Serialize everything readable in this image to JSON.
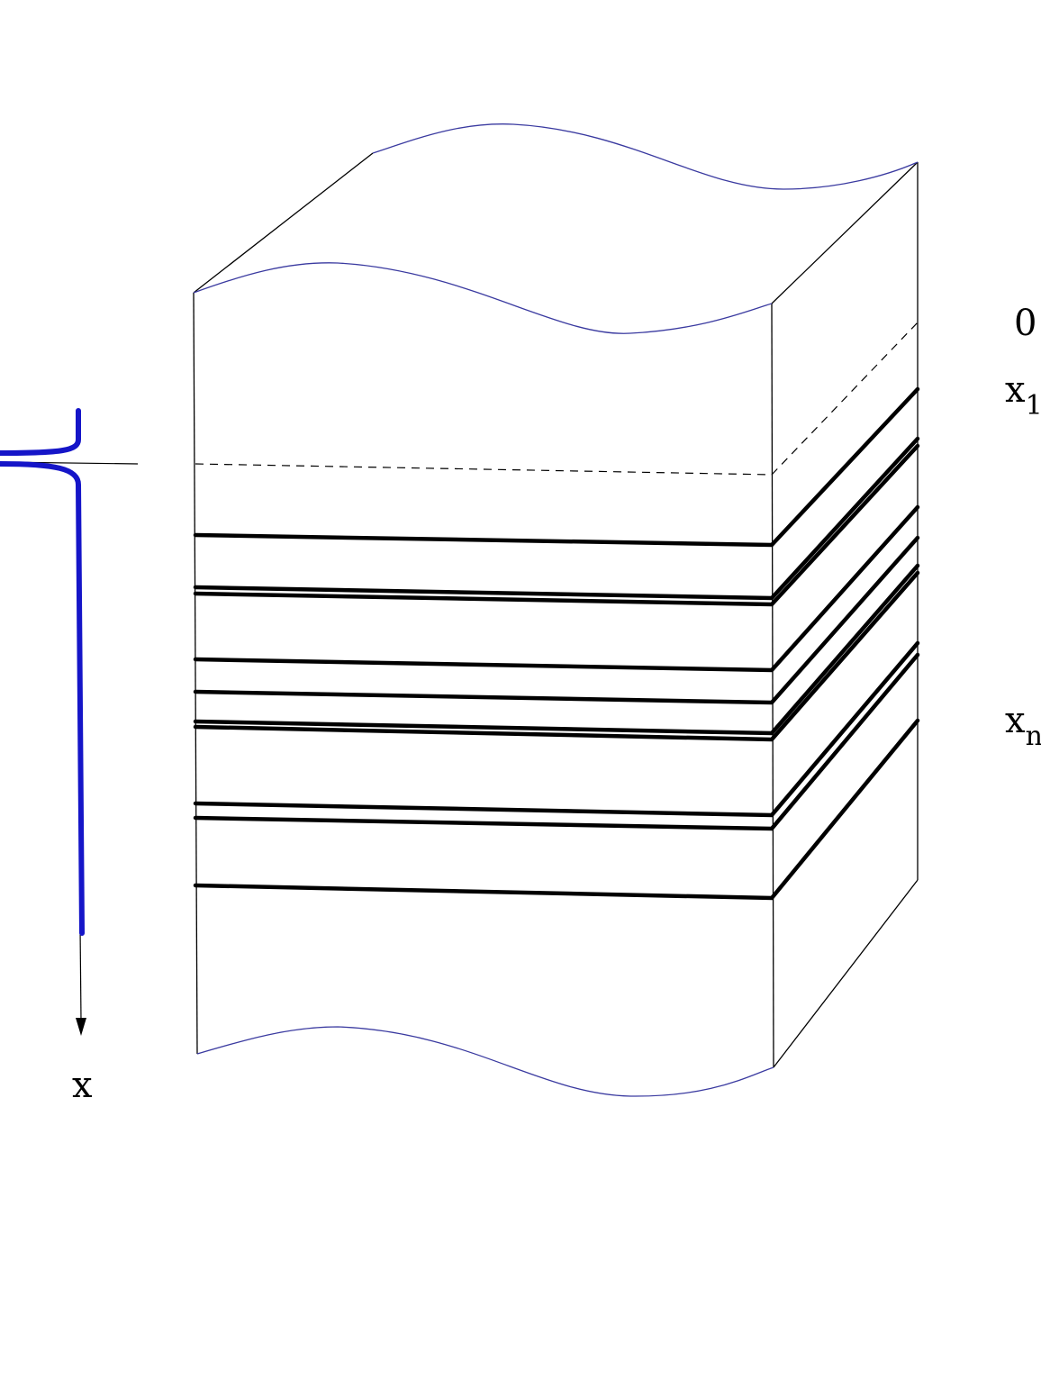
{
  "labels": {
    "axis_variable": "x",
    "level_zero": "0",
    "level_first_base": "x",
    "level_first_sub": "1",
    "level_n_base": "x",
    "level_n_sub": "n"
  },
  "colors": {
    "outline": "#000000",
    "wavy_edge": "#3a3aa0",
    "profile_curve": "#1515c8",
    "layer_lines": "#000000"
  }
}
